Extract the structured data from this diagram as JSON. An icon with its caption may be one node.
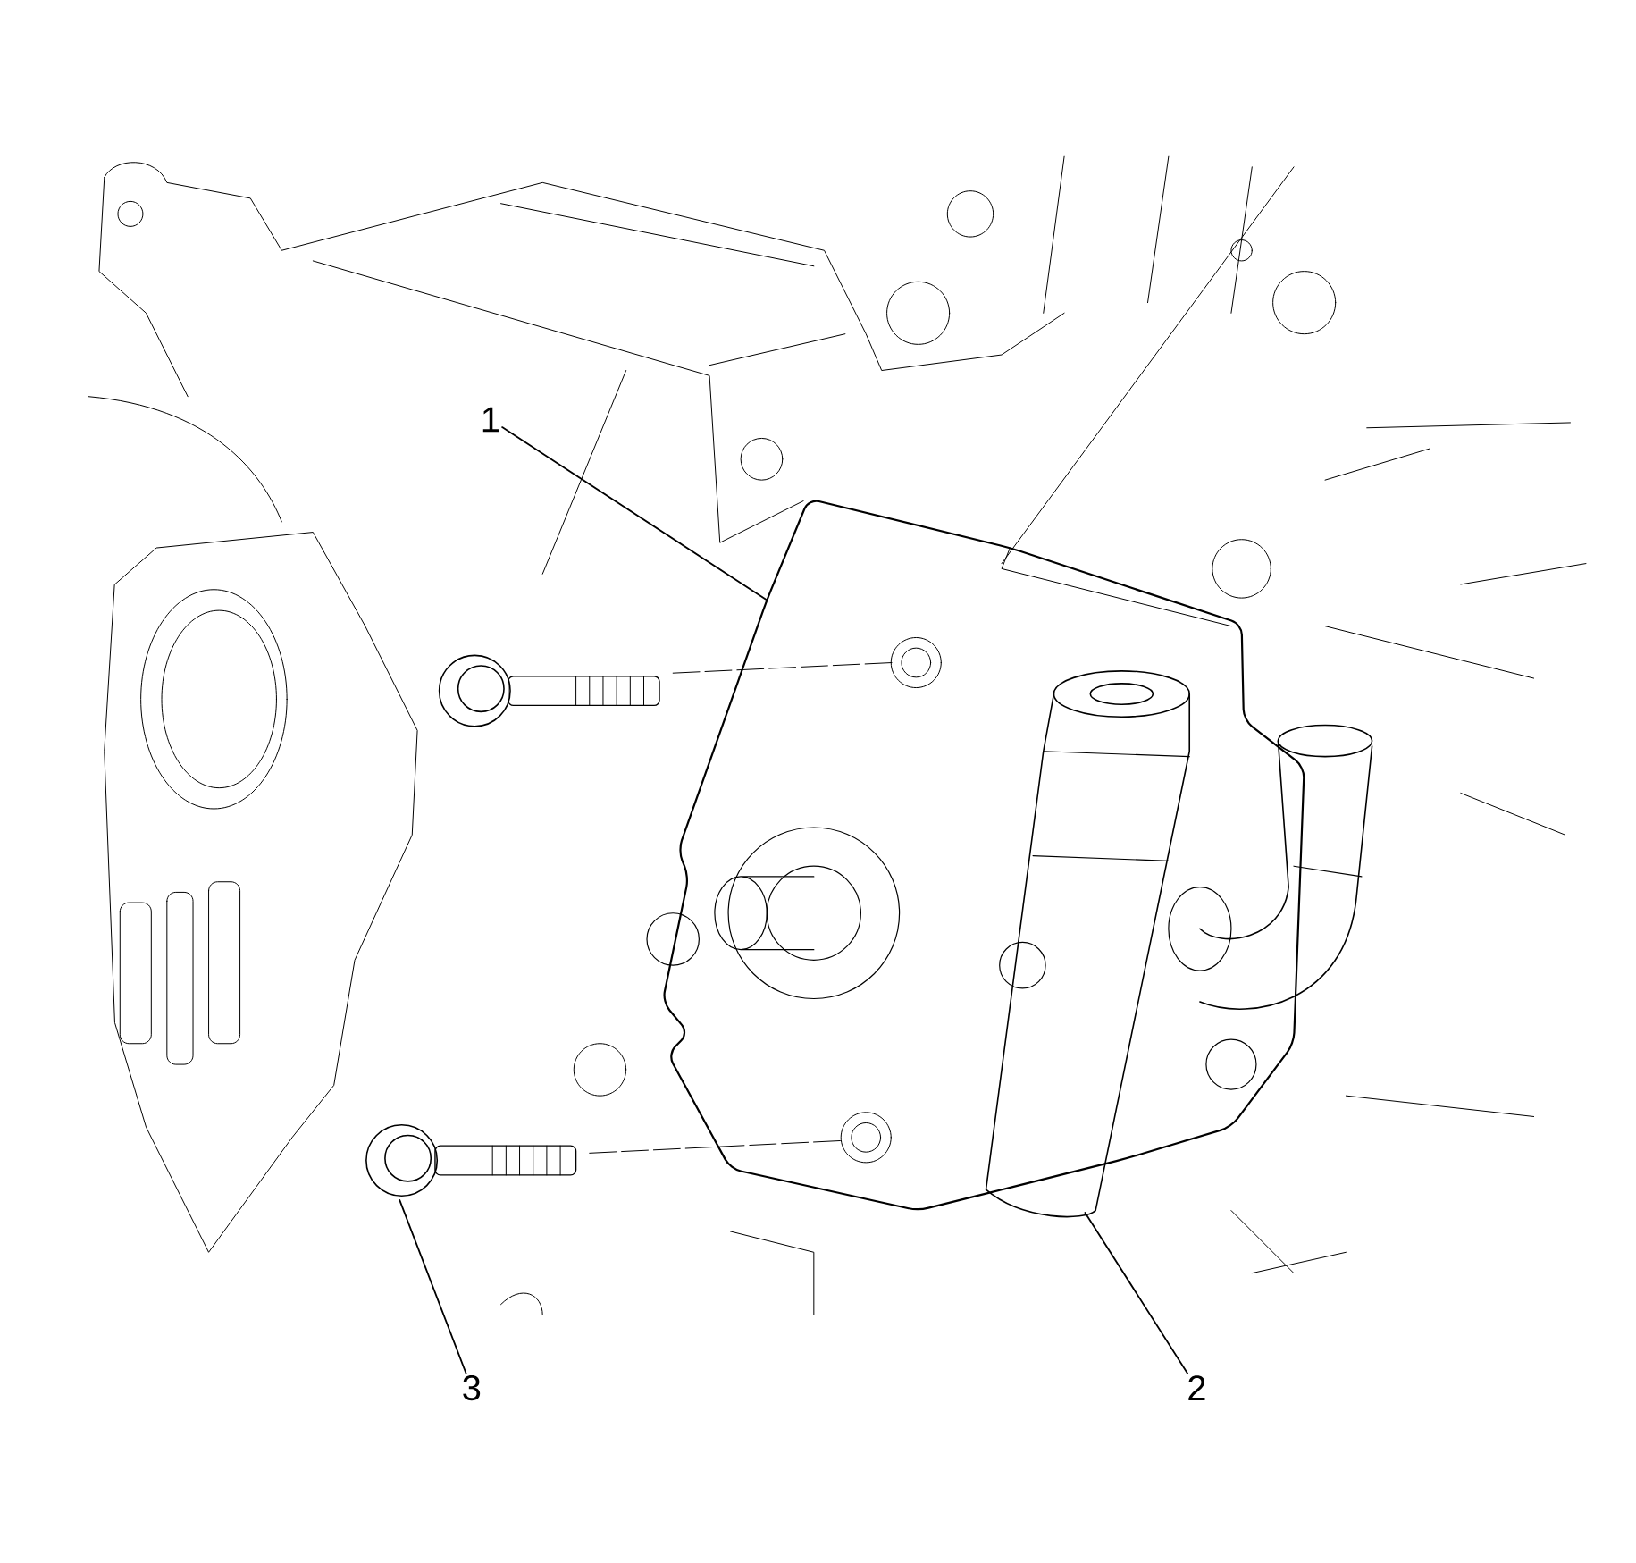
{
  "diagram": {
    "nodes": [
      {
        "text": [
          "1"
        ]
      },
      {
        "text": [
          "2"
        ]
      },
      {
        "text": [
          "3"
        ]
      }
    ],
    "edges": [
      {
        "from": 0,
        "to": null,
        "arrow": "none"
      },
      {
        "from": 1,
        "to": null,
        "arrow": "none"
      },
      {
        "from": 2,
        "to": null,
        "arrow": "none"
      }
    ]
  }
}
